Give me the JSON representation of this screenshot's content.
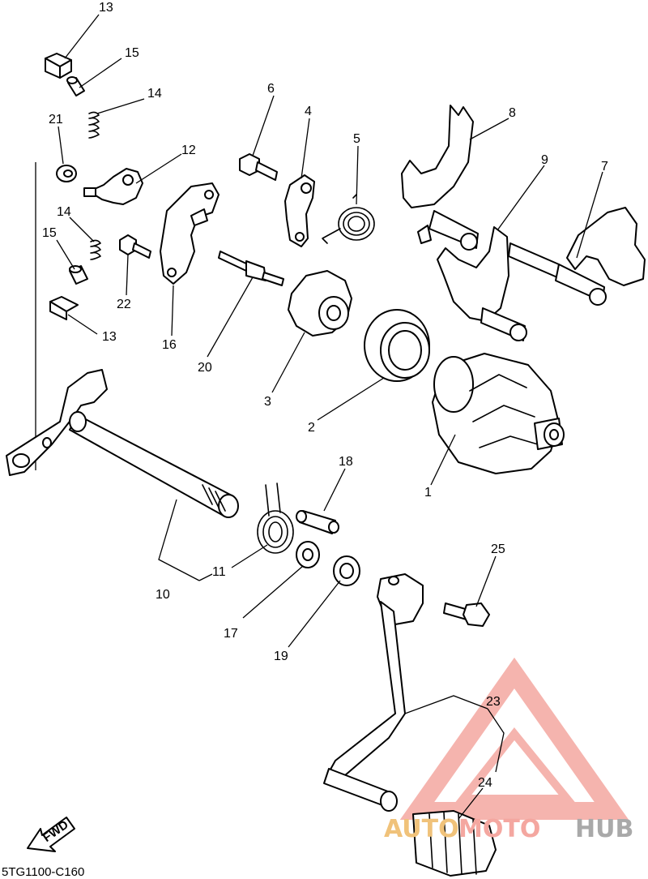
{
  "diagram": {
    "callouts": [
      "13",
      "15",
      "14",
      "21",
      "12",
      "6",
      "4",
      "5",
      "8",
      "9",
      "7",
      "14",
      "15",
      "22",
      "16",
      "20",
      "3",
      "13",
      "2",
      "1",
      "18",
      "11",
      "10",
      "25",
      "17",
      "19",
      "23",
      "24"
    ],
    "diagram_code": "5TG1100-C160",
    "fwd_label": "FWD"
  },
  "watermark": {
    "text_a": "AUTO",
    "text_b": "MOTO",
    "text_c": "HUB",
    "colors": {
      "primary": "#f4a7a0",
      "accent": "#f0c27a",
      "dark": "#a9a9a9"
    }
  }
}
